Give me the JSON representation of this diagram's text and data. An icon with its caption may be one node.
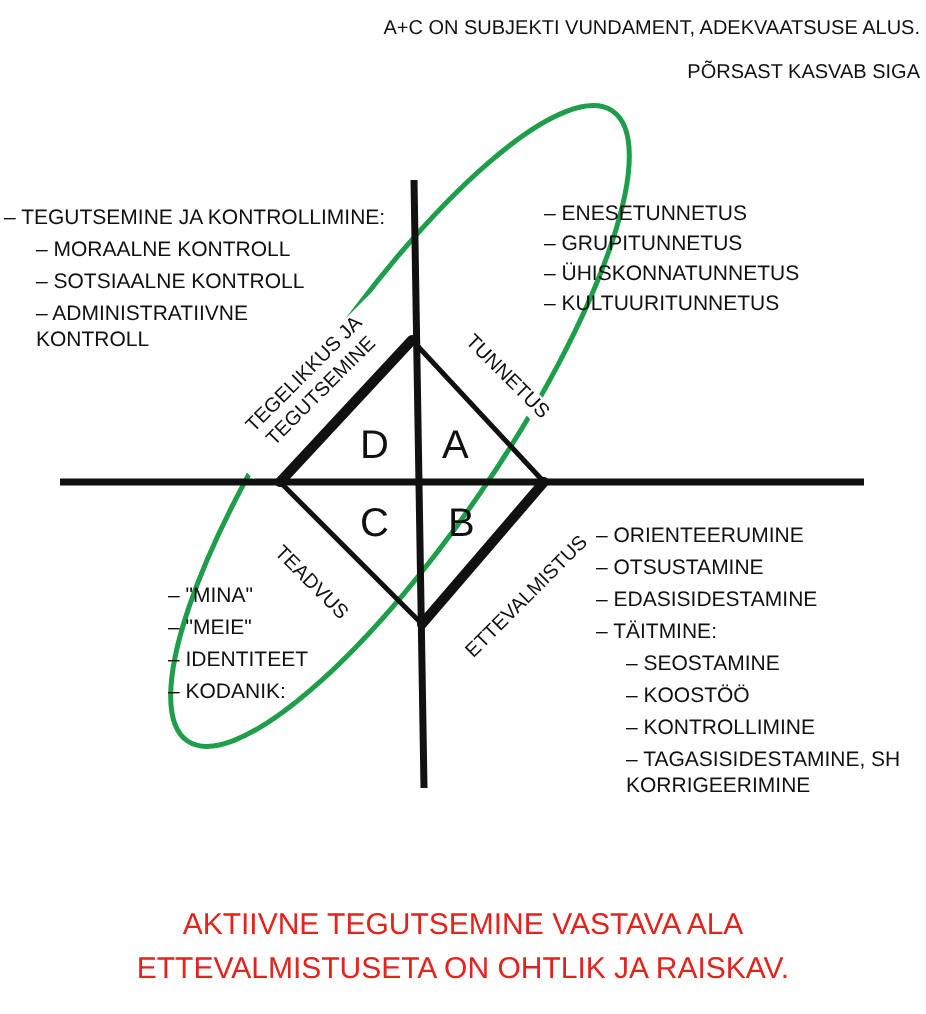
{
  "diagram": {
    "caption": "AKTIIVNE TEGUTSEMINE VASTAVA ALA ETTEVALMISTUSETA ON OHTLIK JA RAISKAV.",
    "labels": [
      "A+C ON SUBJEKTI VUNDAMENT, ADEKVAATSUSE ALUS.",
      "PÕRSAST KASVAB SIGA",
      "– TEGUTSEMINE JA KONTROLLIMINE:",
      "– MORAALNE KONTROLL",
      "– SOTSIAALNE KONTROLL",
      "– ADMINISTRATIIVNE KONTROLL",
      "– ENESETUNNETUS",
      "– GRUPITUNNETUS",
      "– ÜHISKONNATUNNETUS",
      "– KULTUURITUNNETUS",
      "TEGELIKKUS JA TEGUTSEMINE",
      "TUNNETUS",
      "D",
      "A",
      "C",
      "B",
      "TEADVUS",
      "ETTEVALMISTUS",
      "– \"MINA\"",
      "– \"MEIE\"",
      "– IDENTITEET",
      "– KODANIK:",
      "– ORIENTEERUMINE",
      "– OTSUSTAMINE",
      "– EDASISIDESTAMINE",
      "– TÄITMINE:",
      "– SEOSTAMINE",
      "– KOOSTÖÖ",
      "– KONTROLLIMINE",
      "– TAGASISIDESTAMINE, SH KORRIGEERIMINE"
    ]
  }
}
